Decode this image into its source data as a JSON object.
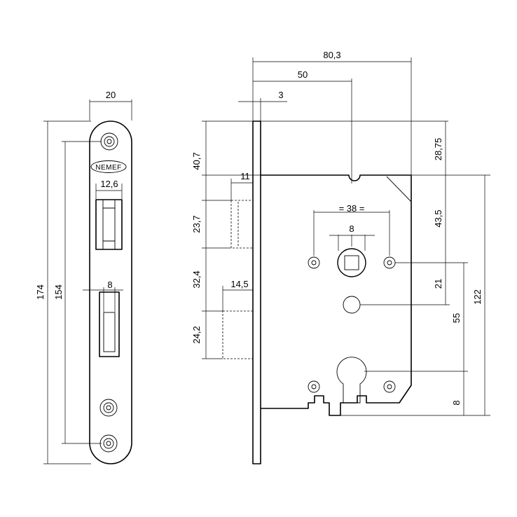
{
  "faceplate": {
    "brand": "NEMEF",
    "dims": {
      "width": "20",
      "opening_width": "12,6",
      "bolt_width": "8",
      "total_height": "174",
      "hole_spacing": "154"
    }
  },
  "case": {
    "dims": {
      "overall_depth": "80,3",
      "backset": "50",
      "faceplate_thickness": "3",
      "top_offset": "40,7",
      "latch_projection": "11",
      "latch_height": "23,7",
      "latch_to_bolt": "32,4",
      "bolt_projection": "14,5",
      "bolt_height": "24,2",
      "top_to_screw": "28,75",
      "screw_to_follower": "43,5",
      "follower_to_lower": "21",
      "follower_to_cylinder": "55",
      "screw_to_bottom": "122",
      "cylinder_offset": "8",
      "screw_spacing": "= 38 =",
      "follower_square": "8"
    }
  }
}
